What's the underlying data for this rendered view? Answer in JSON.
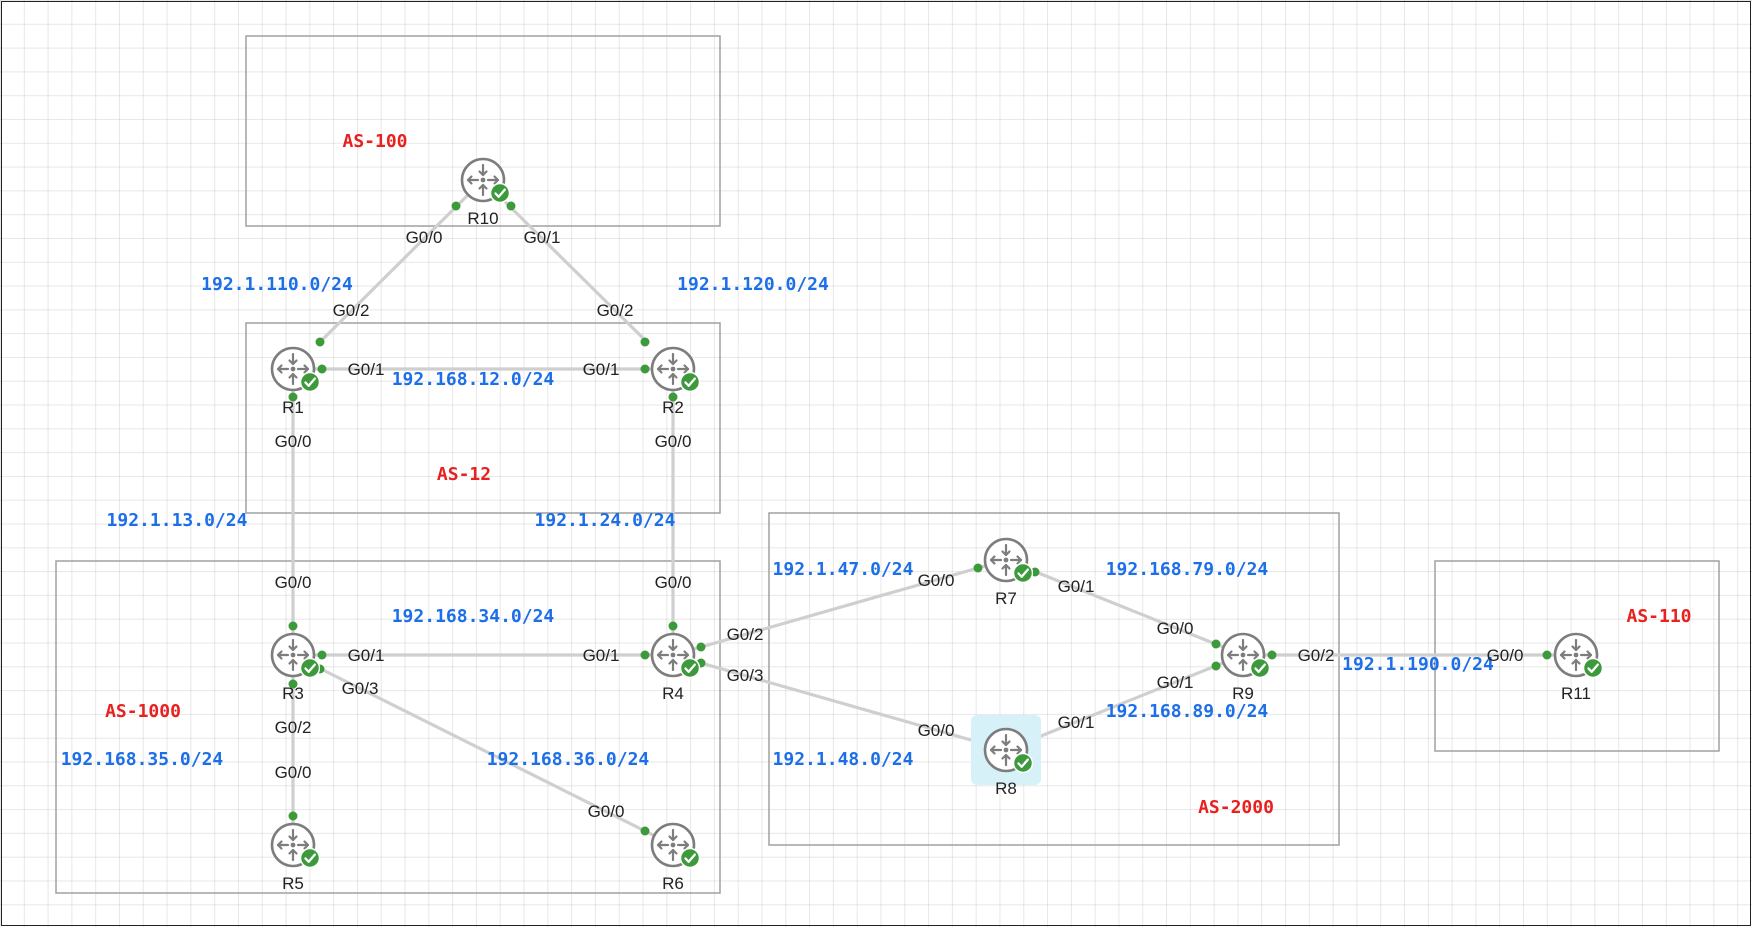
{
  "colors": {
    "as": "#e8211f",
    "network": "#1d6fe8",
    "status_ok": "#3c9a3c",
    "router": "#7d7d7d",
    "selection": "#d6f2f8"
  },
  "as_labels": {
    "as100": "AS-100",
    "as12": "AS-12",
    "as1000": "AS-1000",
    "as2000": "AS-2000",
    "as110": "AS-110"
  },
  "routers": {
    "r1": {
      "name": "R1",
      "status_icon": "check-icon"
    },
    "r2": {
      "name": "R2",
      "status_icon": "check-icon"
    },
    "r3": {
      "name": "R3",
      "status_icon": "check-icon"
    },
    "r4": {
      "name": "R4",
      "status_icon": "check-icon"
    },
    "r5": {
      "name": "R5",
      "status_icon": "check-icon"
    },
    "r6": {
      "name": "R6",
      "status_icon": "check-icon"
    },
    "r7": {
      "name": "R7",
      "status_icon": "check-icon"
    },
    "r8": {
      "name": "R8",
      "status_icon": "check-icon",
      "selected": true
    },
    "r9": {
      "name": "R9",
      "status_icon": "check-icon"
    },
    "r10": {
      "name": "R10",
      "status_icon": "check-icon"
    },
    "r11": {
      "name": "R11",
      "status_icon": "check-icon"
    }
  },
  "networks": {
    "n110": "192.1.110.0/24",
    "n120": "192.1.120.0/24",
    "n12": "192.168.12.0/24",
    "n13": "192.1.13.0/24",
    "n24": "192.1.24.0/24",
    "n34": "192.168.34.0/24",
    "n35": "192.168.35.0/24",
    "n36": "192.168.36.0/24",
    "n47": "192.1.47.0/24",
    "n48": "192.1.48.0/24",
    "n79": "192.168.79.0/24",
    "n89": "192.168.89.0/24",
    "n190": "192.1.190.0/24"
  },
  "interfaces": {
    "r10_a": "G0/0",
    "r10_b": "G0/1",
    "r1_up": "G0/2",
    "r2_up": "G0/2",
    "r1_r2": "G0/1",
    "r2_r1": "G0/1",
    "r1_down": "G0/0",
    "r2_down": "G0/0",
    "r3_up": "G0/0",
    "r4_up": "G0/0",
    "r3_r4": "G0/1",
    "r4_r3": "G0/1",
    "r3_r6": "G0/3",
    "r3_r5": "G0/2",
    "r5_up": "G0/0",
    "r6_up": "G0/0",
    "r4_r7": "G0/2",
    "r4_r8": "G0/3",
    "r7_r4": "G0/0",
    "r7_r9": "G0/1",
    "r8_r4": "G0/0",
    "r8_r9": "G0/1",
    "r9_r7": "G0/0",
    "r9_r8": "G0/1",
    "r9_r11": "G0/2",
    "r11_r9": "G0/0"
  }
}
